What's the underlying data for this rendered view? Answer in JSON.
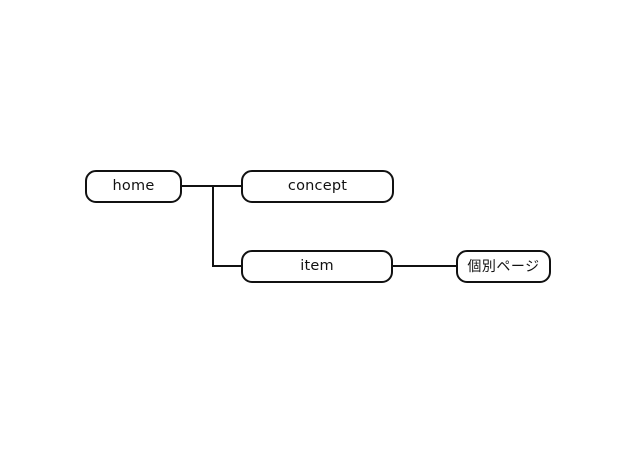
{
  "diagram": {
    "title": "sitemap-tree",
    "background_color": "#ffffff",
    "stroke_color": "#111111",
    "nodes": [
      {
        "id": "home",
        "label": "home"
      },
      {
        "id": "concept",
        "label": "concept"
      },
      {
        "id": "item",
        "label": "item"
      },
      {
        "id": "detail",
        "label": "個別ページ"
      }
    ],
    "edges": [
      {
        "from": "home",
        "to": "concept",
        "style": "straight"
      },
      {
        "from": "home",
        "to": "item",
        "style": "elbow"
      },
      {
        "from": "item",
        "to": "detail",
        "style": "straight"
      }
    ]
  }
}
